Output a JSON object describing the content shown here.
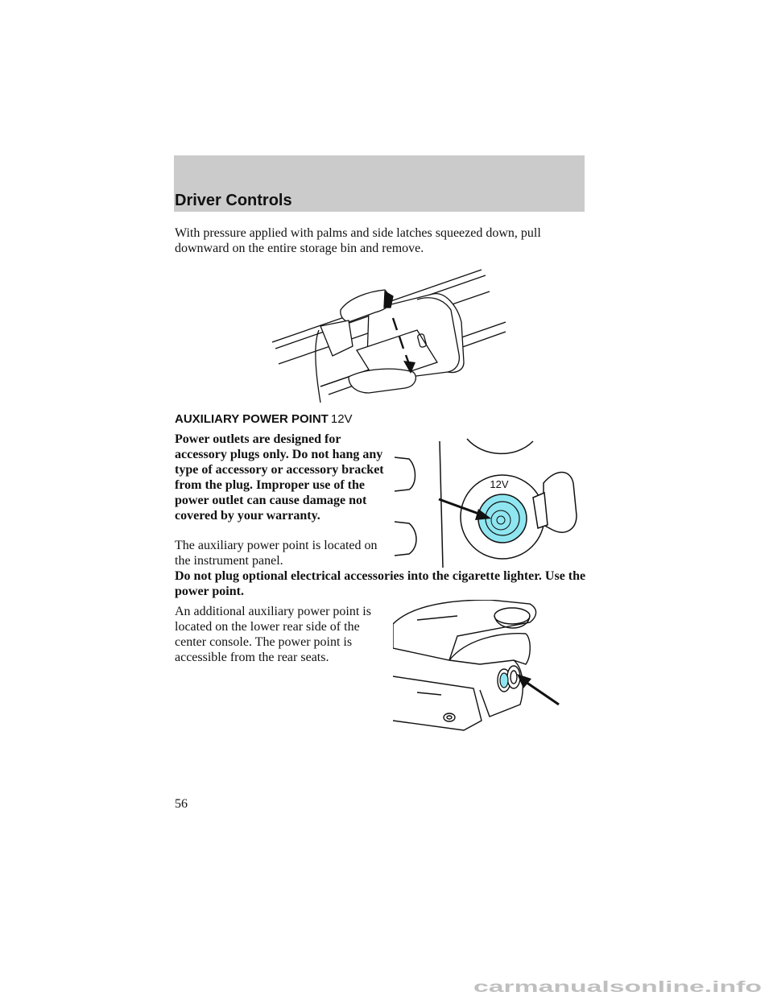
{
  "header": {
    "section_title": "Driver Controls"
  },
  "intro_paragraph": "With pressure applied with palms and side latches squeezed down, pull downward on the entire storage bin and remove.",
  "aux_section": {
    "heading": "AUXILIARY POWER POINT",
    "heading_symbol": "12V",
    "warning": "Power outlets are designed for accessory plugs only. Do not hang any type of accessory or accessory bracket from the plug. Improper use of the power outlet can cause damage not covered by your warranty.",
    "location_text": "The auxiliary power point is located on the instrument panel.",
    "lighter_warning": "Do not plug optional electrical accessories into the cigarette lighter. Use the power point.",
    "additional_text": "An additional auxiliary power point is located on the lower rear side of the center console. The power point is accessible from the rear seats."
  },
  "figures": {
    "outlet_label": "12V",
    "outlet_color": "#8fe6f0"
  },
  "footer": {
    "page_number": "56",
    "watermark": "carmanualsonline.info"
  }
}
